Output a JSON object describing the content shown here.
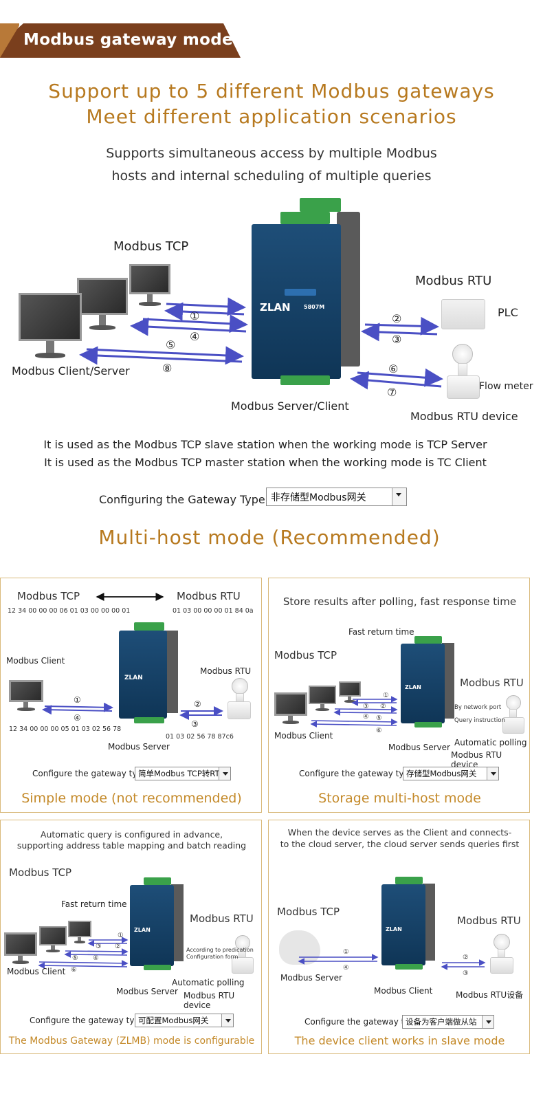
{
  "banner": {
    "title": "Modbus gateway mode"
  },
  "headline": {
    "line1": "Support up to 5 different Modbus gateways",
    "line2": "Meet different application scenarios"
  },
  "subline": {
    "line1": "Supports simultaneous access by multiple Modbus",
    "line2": "hosts and internal scheduling of multiple queries"
  },
  "diagram": {
    "tcp_label": "Modbus TCP",
    "rtu_label": "Modbus RTU",
    "plc_label": "PLC",
    "client_label": "Modbus Client/Server",
    "server_label": "Modbus Server/Client",
    "flow_label": "Flow meter",
    "rtu_device_label": "Modbus RTU device",
    "device_brand": "ZLAN",
    "device_model": "5807M",
    "nums": [
      "①",
      "④",
      "⑤",
      "⑧",
      "②",
      "③",
      "⑥",
      "⑦"
    ]
  },
  "desc": {
    "line1": "It is used as the Modbus TCP slave station when the working mode is TCP Server",
    "line2": "It is used as the Modbus TCP master station when the working mode is TC Client"
  },
  "config_main": {
    "label": "Configuring the Gateway Type：",
    "value": "非存储型Modbus网关"
  },
  "multi_title": "Multi-host mode (Recommended)",
  "panels": {
    "simple": {
      "tcp": "Modbus TCP",
      "rtu": "Modbus RTU",
      "tcp_hex": "12 34 00 00 00 06 01 03 00 00 00 01",
      "rtu_hex": "01 03 00 00 00 01 84 0a",
      "client": "Modbus Client",
      "rtu_small": "Modbus RTU",
      "resp_hex": "12 34 00 00 00 05 01 03 02 56 78",
      "rtu_resp_hex": "01 03 02 56 78 87c6",
      "server": "Modbus Server",
      "nums": [
        "①",
        "④",
        "②",
        "③"
      ],
      "config_label": "Configure the gateway type:",
      "config_value": "简单Modbus  TCP转RTU",
      "caption": "Simple mode (not recommended)"
    },
    "storage": {
      "title": "Store results after polling, fast response time",
      "fast": "Fast return time",
      "tcp": "Modbus TCP",
      "rtu": "Modbus RTU",
      "by_port": "By network port",
      "query": "Query instruction",
      "client": "Modbus Client",
      "server": "Modbus Server",
      "auto": "Automatic polling",
      "rtu_dev": "Modbus RTU device",
      "nums": [
        "①",
        "③",
        "②",
        "④",
        "⑤",
        "⑥"
      ],
      "config_label": "Configure the gateway type:",
      "config_value": "存储型Modbus网关",
      "caption": "Storage multi-host mode"
    },
    "zlmb": {
      "title1": "Automatic query is configured in advance,",
      "title2": "supporting address table mapping and batch reading",
      "tcp": "Modbus TCP",
      "fast": "Fast return time",
      "rtu": "Modbus RTU",
      "pred1": "According to predication",
      "pred2": "Configuration form",
      "client": "Modbus Client",
      "server": "Modbus Server",
      "auto": "Automatic polling",
      "rtu_dev": "Modbus RTU device",
      "nums": [
        "①",
        "③",
        "②",
        "⑤",
        "④",
        "⑥"
      ],
      "config_label": "Configure the gateway type:",
      "config_value": "可配置Modbus网关",
      "caption": "The Modbus Gateway (ZLMB) mode is configurable"
    },
    "client": {
      "title1": "When the device serves as the Client and connects-",
      "title2": "to the cloud server, the cloud server sends queries first",
      "tcp": "Modbus TCP",
      "rtu": "Modbus RTU",
      "server": "Modbus Server",
      "client": "Modbus Client",
      "rtu_dev": "Modbus RTU设备",
      "nums": [
        "①",
        "④",
        "②",
        "③"
      ],
      "config_label": "Configure the gateway type:",
      "config_value": "设备为客户端做从站",
      "caption": "The device client works in slave mode"
    }
  },
  "colors": {
    "gold": "#b7791f",
    "caption": "#c48a2a",
    "arrow": "#4a4fc4",
    "banner": "#7a3f1d"
  }
}
